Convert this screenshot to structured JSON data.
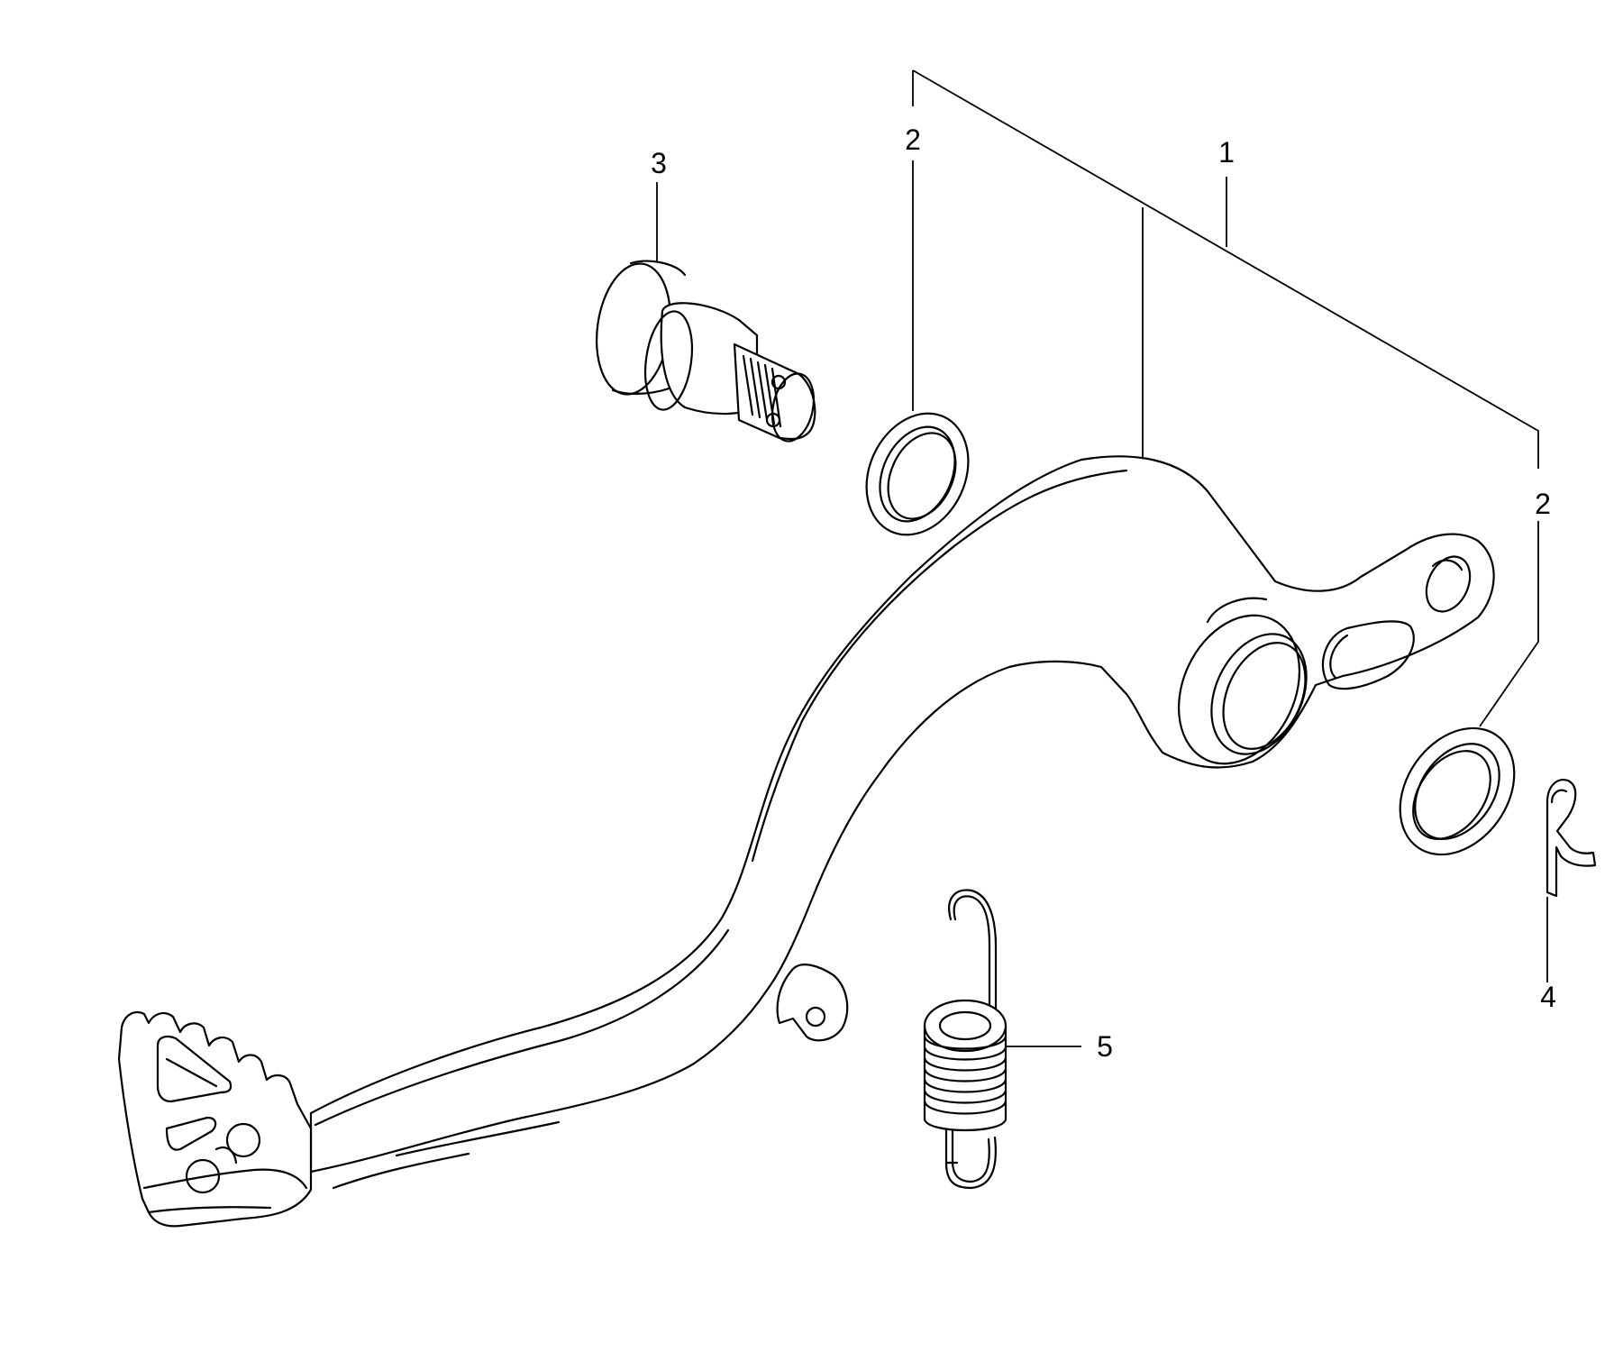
{
  "diagram": {
    "callouts": [
      {
        "id": "brake-pedal",
        "label": "1"
      },
      {
        "id": "washer-left",
        "label": "2"
      },
      {
        "id": "washer-right",
        "label": "2"
      },
      {
        "id": "pivot-bolt",
        "label": "3"
      },
      {
        "id": "cotter-pin",
        "label": "4"
      },
      {
        "id": "return-spring",
        "label": "5"
      }
    ]
  }
}
